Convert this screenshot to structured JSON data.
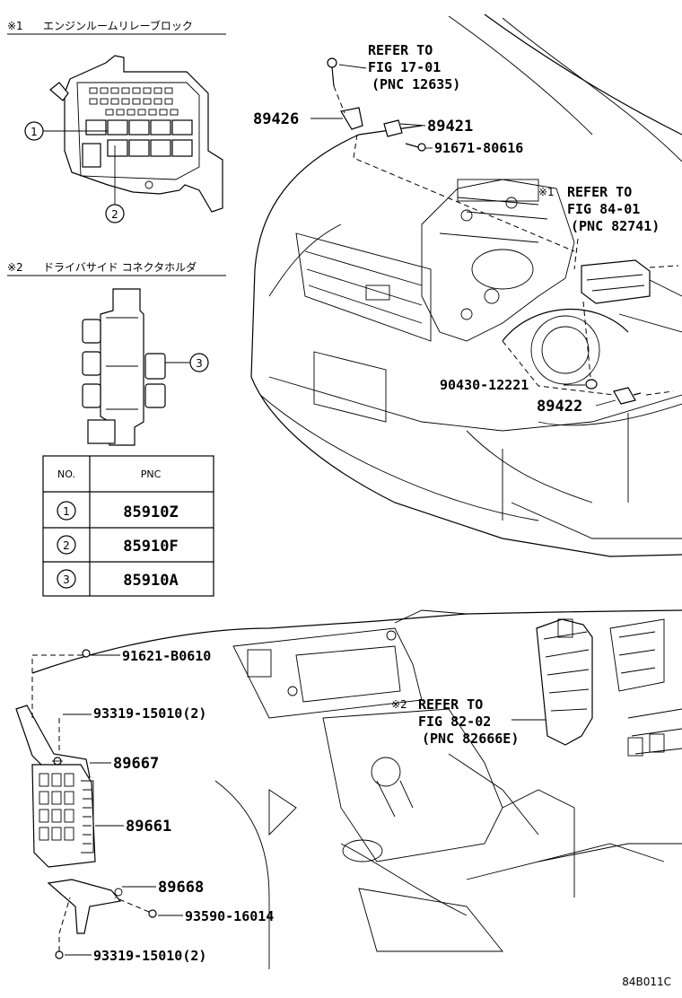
{
  "inset1": {
    "mark": "※1",
    "title": "エンジンルームリレーブロック"
  },
  "inset2": {
    "mark": "※2",
    "title": "ドライバサイド コネクタホルダ"
  },
  "table": {
    "headers": [
      "NO.",
      "PNC"
    ],
    "rows": [
      {
        "no": "1",
        "pnc": "85910Z"
      },
      {
        "no": "2",
        "pnc": "85910F"
      },
      {
        "no": "3",
        "pnc": "85910A"
      }
    ]
  },
  "callouts": {
    "c1": "1",
    "c2": "2",
    "c3": "3"
  },
  "refs": {
    "r1": {
      "line1": "REFER TO",
      "line2": "FIG 17-01",
      "line3": "(PNC 12635)"
    },
    "r2": {
      "mark": "※1",
      "line1": "REFER TO",
      "line2": "FIG 84-01",
      "line3": "(PNC 82741)"
    },
    "r3": {
      "mark": "※2",
      "line1": "REFER TO",
      "line2": "FIG 82-02",
      "line3": "(PNC 82666E)"
    }
  },
  "parts": {
    "p89426": "89426",
    "p89421": "89421",
    "p91671": "91671-80616",
    "p90430": "90430-12221",
    "p89422": "89422",
    "p91621": "91621-B0610",
    "p93319a": "93319-15010(2)",
    "p89667": "89667",
    "p89661": "89661",
    "p89668": "89668",
    "p93590": "93590-16014",
    "p93319b": "93319-15010(2)"
  },
  "figure_code": "84B011C"
}
